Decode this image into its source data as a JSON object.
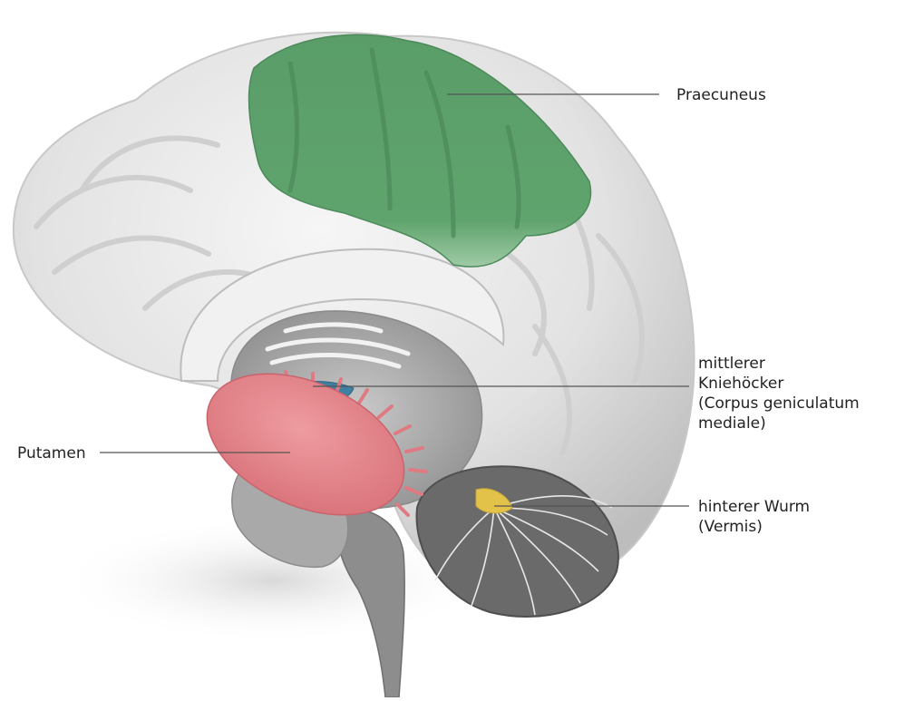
{
  "labels": {
    "praecuneus": "Praecuneus",
    "knie": "mittlerer\nKniehöcker\n(Corpus geniculatum\nmediale)",
    "putamen": "Putamen",
    "wurm": "hinterer Wurm\n(Vermis)"
  },
  "colors": {
    "background": "#ffffff",
    "cortex": "#e6e6e6",
    "praecuneus": "#5d9e6b",
    "putamen": "#e07f85",
    "geniculate": "#3f7fa0",
    "vermis_highlight": "#e3c24a",
    "leader_line": "#555555"
  }
}
